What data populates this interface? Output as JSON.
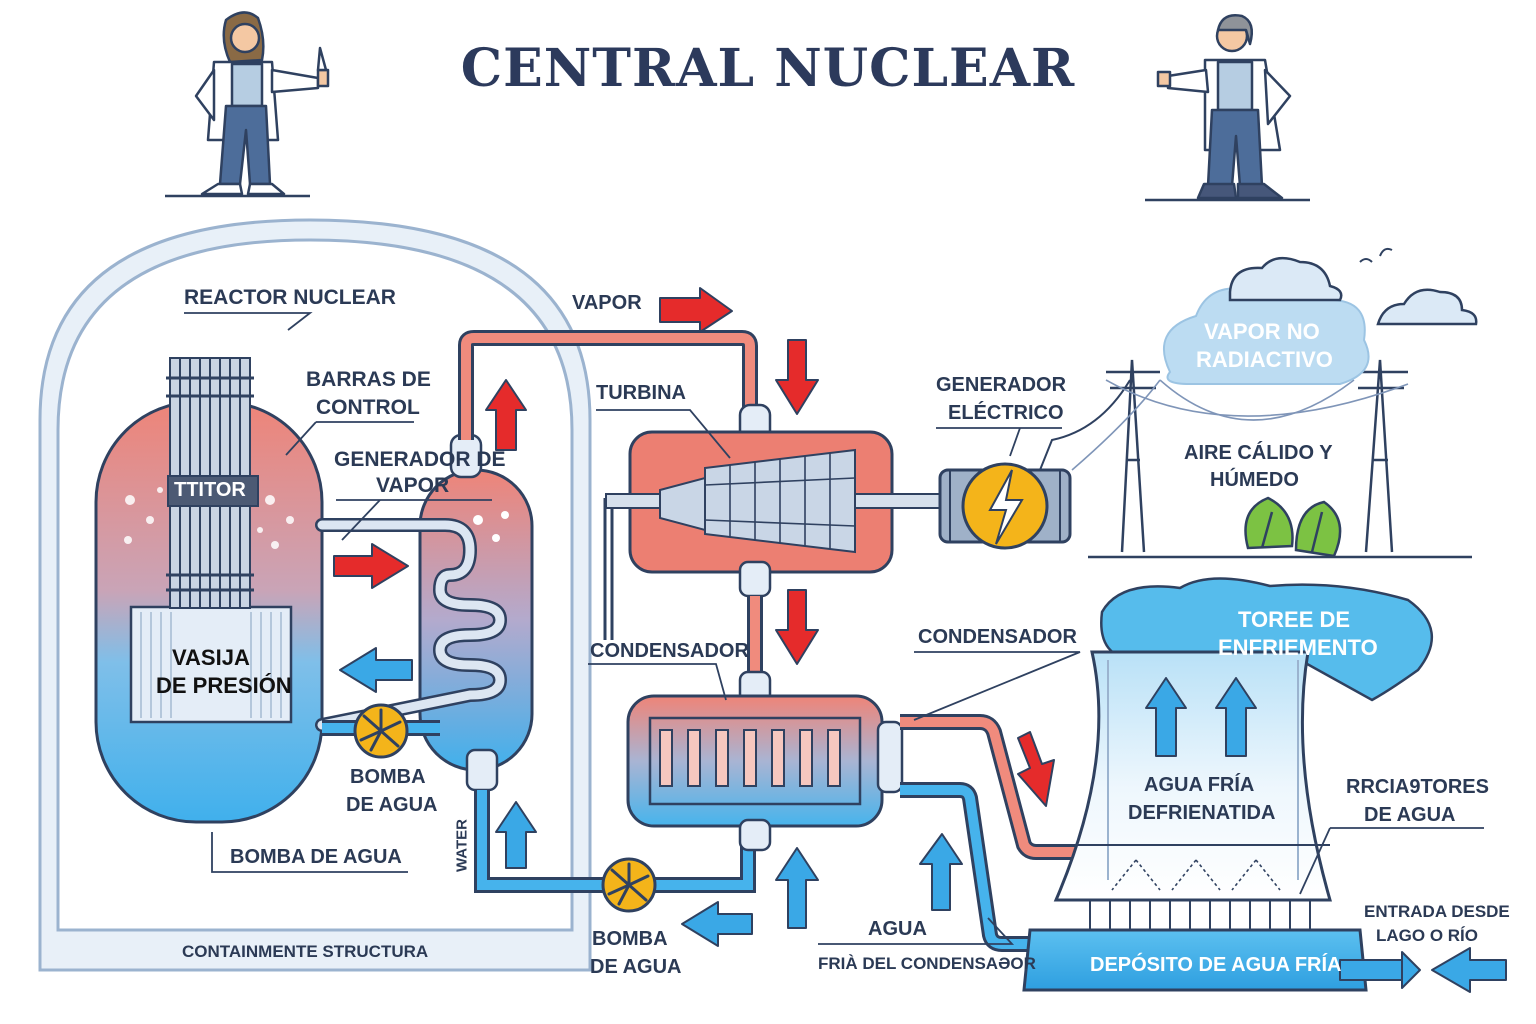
{
  "title": "CENTRAL NUCLEAR",
  "labels": {
    "reactor": "REACTOR NUCLEAR",
    "control_rods_1": "BARRAS DE",
    "control_rods_2": "CONTROL",
    "steam_gen_1": "GENERADOR DE",
    "steam_gen_2": "VAPOR",
    "rod_tag": "TTITOR",
    "vessel_1": "VASIJA",
    "vessel_2": "DE PRESIÓN",
    "pump_a_1": "BOMBA",
    "pump_a_2": "DE AGUA",
    "pump_main": "BOMBA DE AGUA",
    "water": "WATER",
    "containment": "CONTAINMENTE STRUCTURA",
    "vapor": "VAPOR",
    "turbine": "TURBINA",
    "condenser_left": "CONDENSADOR",
    "condenser_right": "CONDENSADOR",
    "pump_b_1": "BOMBA",
    "pump_b_2": "DE AGUA",
    "cold_water_1": "AGUA",
    "cold_water_2": "FRIÀ DEL CONDENSAƏOR",
    "generator_1": "GENERADOR",
    "generator_2": "ELÉCTRICO",
    "nonrad_1": "VAPOR NO",
    "nonrad_2": "RADIACTIVO",
    "warm_air_1": "AIRE CÁLIDO Y",
    "warm_air_2": "HÚMEDO",
    "tower_1": "TOREE DE",
    "tower_2": "ENFRIEMENTO",
    "cold_tower_1": "AGUA FRÍA",
    "cold_tower_2": "DEFRIENATIDA",
    "sprinklers_1": "RRCIA9TORES",
    "sprinklers_2": "DE AGUA",
    "intake_1": "ENTRADA DESDE",
    "intake_2": "LAGO O RÍO",
    "reservoir": "DEPÓSITO DE AGUA FRÍA"
  },
  "colors": {
    "hot": "#ec7f72",
    "hot_pipe": "#f08b7d",
    "cold": "#46b3ec",
    "arrow_red": "#e52b2b",
    "arrow_blue": "#3aa8e6",
    "outline": "#2f4160",
    "text": "#2b3a55"
  },
  "icons": [
    "scientist-woman-icon",
    "scientist-man-icon",
    "pump-fan-icon",
    "lightning-icon",
    "cloud-icon",
    "bird-icon",
    "leaf-bush-icon",
    "power-tower-icon"
  ]
}
